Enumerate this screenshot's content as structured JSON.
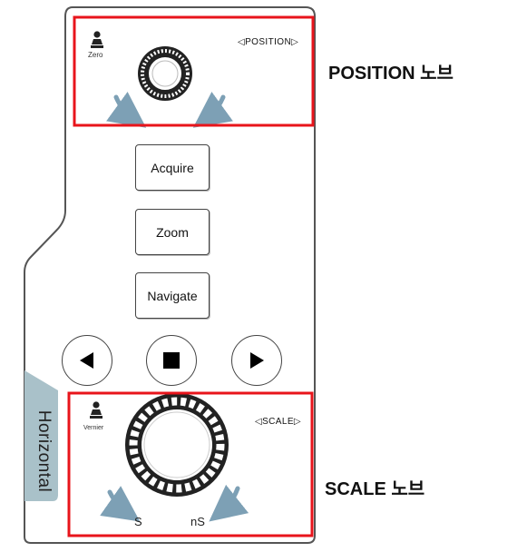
{
  "position_section": {
    "zero_label": "Zero",
    "position_label": "◁POSITION▷"
  },
  "buttons": {
    "acquire": "Acquire",
    "zoom": "Zoom",
    "navigate": "Navigate"
  },
  "transport": {
    "prev_icon": "triangle-left-icon",
    "stop_icon": "square-stop-icon",
    "next_icon": "triangle-right-icon"
  },
  "scale_section": {
    "tab_label": "Horizontal",
    "vernier_label": "Vernier",
    "scale_label": "◁SCALE▷",
    "slow_label": "S",
    "fast_label": "nS"
  },
  "callouts": {
    "position": "POSITION 노브",
    "scale": "SCALE 노브"
  },
  "colors": {
    "highlight": "#e8141b",
    "tab": "#a9c1c9",
    "arrow": "#7da0b5",
    "outline": "#555555"
  }
}
